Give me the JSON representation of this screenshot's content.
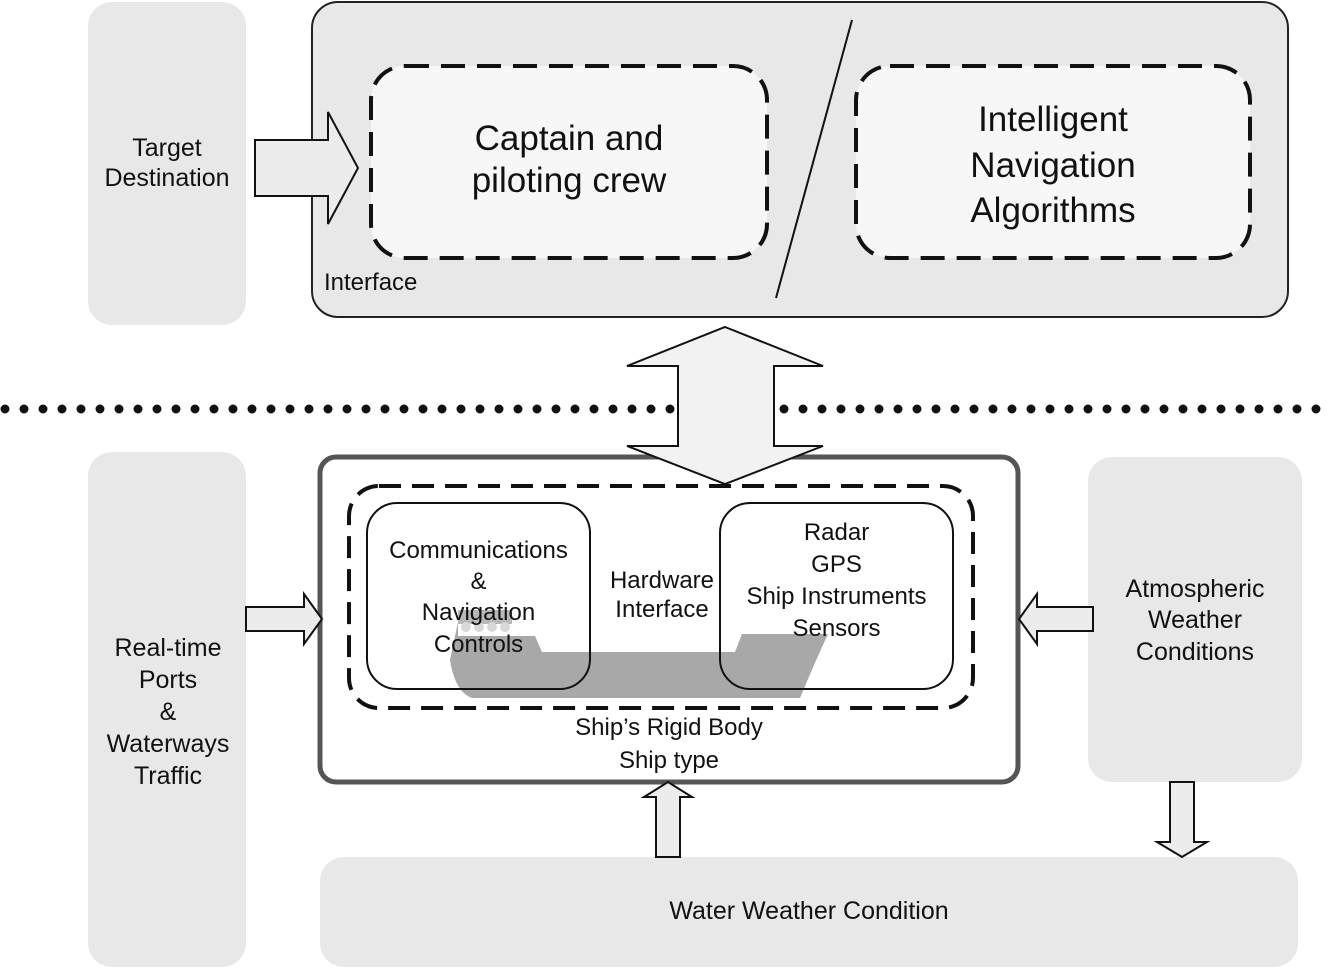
{
  "target_destination": [
    "Target",
    "Destination"
  ],
  "captain_crew": [
    "Captain and",
    "piloting crew"
  ],
  "intelligent_navigation": [
    "Intelligent",
    "Navigation",
    "Algorithms"
  ],
  "interface_label": "Interface",
  "real_time_traffic": [
    "Real-time",
    "Ports",
    "&",
    "Waterways",
    "Traffic"
  ],
  "comm_nav_controls": [
    "Communications",
    "&",
    "Navigation",
    "Controls"
  ],
  "hardware_interface": [
    "Hardware",
    "Interface"
  ],
  "radar_gps": [
    "Radar",
    "GPS",
    "Ship Instruments",
    "Sensors"
  ],
  "ships_rigid_body": "Ship’s Rigid Body",
  "ship_type": "Ship type",
  "atmospheric_weather": [
    "Atmospheric",
    "Weather",
    "Conditions"
  ],
  "water_weather": "Water Weather Condition"
}
